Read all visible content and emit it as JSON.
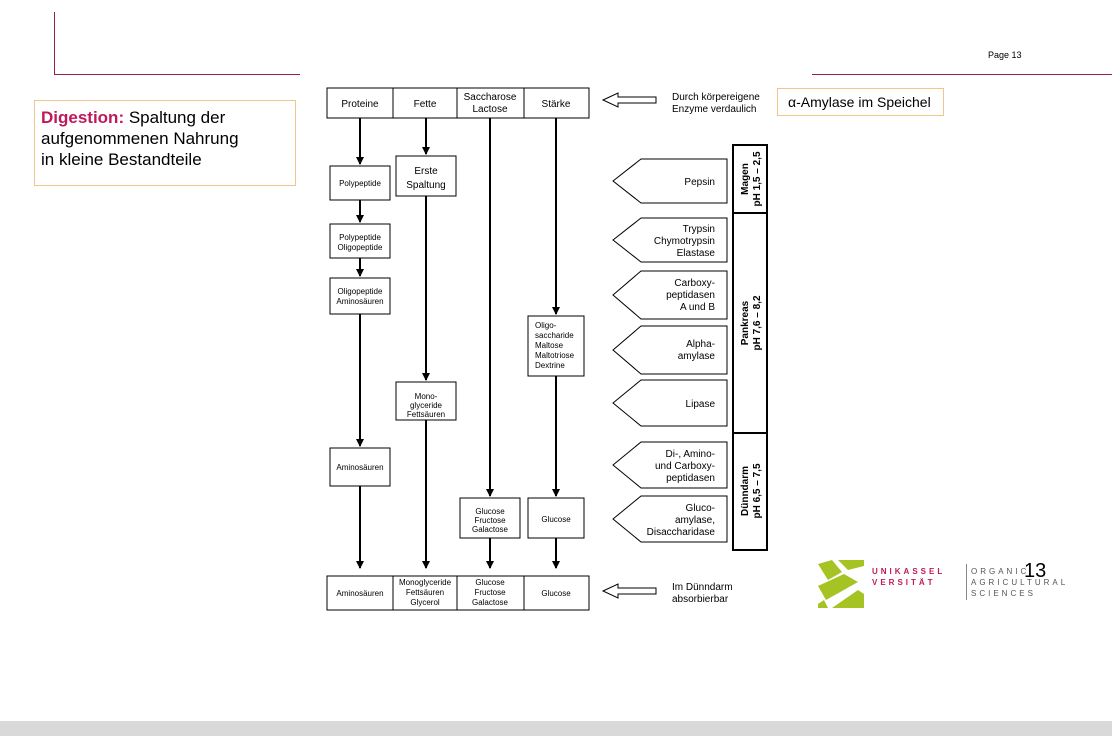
{
  "header": {
    "page_label": "Page 13",
    "slide_number": "13"
  },
  "info_box": {
    "keyword": "Digestion",
    "colon": ":",
    "text_line1": " Spaltung der",
    "text_line2": "aufgenommenen Nahrung",
    "text_line3": "in kleine Bestandteile"
  },
  "amylase_note": "α-Amylase im Speichel",
  "diagram": {
    "top_headers": [
      "Proteine",
      "Fette",
      "Saccharose",
      "Lactose",
      "Stärke"
    ],
    "top_note_line1": "Durch körpereigene",
    "top_note_line2": "Enzyme verdaulich",
    "bottom_note_line1": "Im Dünndarm",
    "bottom_note_line2": "absorbierbar",
    "protein_boxes": {
      "polypeptide": "Polypeptide",
      "poly_oligo_line1": "Polypeptide",
      "poly_oligo_line2": "Oligopeptide",
      "oligo_amino_line1": "Oligopeptide",
      "oligo_amino_line2": "Aminosäuren",
      "aminosaeuren": "Aminosäuren"
    },
    "fat_boxes": {
      "erste_line1": "Erste",
      "erste_line2": "Spaltung",
      "mono_line1": "Mono-",
      "mono_line2": "glyceride",
      "mono_line3": "Fettsäuren"
    },
    "sugar_boxes": {
      "line1": "Glucose",
      "line2": "Fructose",
      "line3": "Galactose"
    },
    "starch_boxes": {
      "oligo_line1": "Oligo-",
      "oligo_line2": "saccharide",
      "oligo_line3": "Maltose",
      "oligo_line4": "Maltotriose",
      "oligo_line5": "Dextrine",
      "glucose": "Glucose"
    },
    "bottom_row": {
      "aminosaeuren": "Aminosäuren",
      "mono_line1": "Monoglyceride",
      "mono_line2": "Fettsäuren",
      "mono_line3": "Glycerol",
      "sugar_line1": "Glucose",
      "sugar_line2": "Fructose",
      "sugar_line3": "Galactose",
      "glucose": "Glucose"
    },
    "enzymes": {
      "pepsin": "Pepsin",
      "trypsin_line1": "Trypsin",
      "trypsin_line2": "Chymotrypsin",
      "trypsin_line3": "Elastase",
      "carboxy_line1": "Carboxy-",
      "carboxy_line2": "peptidasen",
      "carboxy_line3": "A und B",
      "alpha_line1": "Alpha-",
      "alpha_line2": "amylase",
      "lipase": "Lipase",
      "di_line1": "Di-, Amino-",
      "di_line2": "und Carboxy-",
      "di_line3": "peptidasen",
      "gluco_line1": "Gluco-",
      "gluco_line2": "amylase,",
      "gluco_line3": "Disaccharidase"
    },
    "organs": {
      "magen_name": "Magen",
      "magen_ph": "pH 1,5 – 2,5",
      "pankreas_name": "Pankreas",
      "pankreas_ph": "pH 7,6 – 8,2",
      "duenndarm_name": "Dünndarm",
      "duenndarm_ph": "pH 6,5 – 7,5"
    }
  },
  "logo": {
    "uni_row1": "UNIKASSEL",
    "uni_row2": "VERSITÄT",
    "org_row1": "ORGANIC",
    "org_row2": "AGRICULTURAL",
    "org_row3": "SCIENCES",
    "colors": {
      "green": "#a5c424",
      "red": "#c0195a"
    }
  },
  "colors": {
    "accent": "#9b1c4e",
    "box_border": "#f3c58e",
    "keyword": "#c0195a"
  }
}
